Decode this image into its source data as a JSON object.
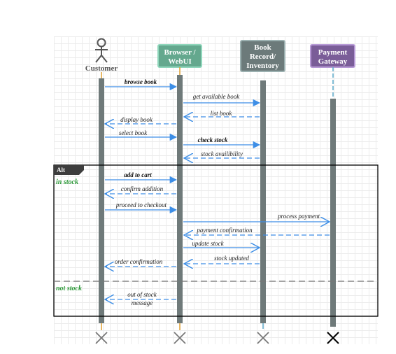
{
  "participants": {
    "customer": {
      "label": "Customer"
    },
    "browser": {
      "lines": [
        "Browser /",
        "WebUI"
      ],
      "fill": "#64a88e",
      "stroke": "#8fd6bb"
    },
    "inventory": {
      "lines": [
        "Book",
        "Record/",
        "Inventory"
      ],
      "fill": "#6c7a7a",
      "stroke": "#9bb0b0"
    },
    "payment": {
      "lines": [
        "Payment",
        "Gateway"
      ],
      "fill": "#7a5d98",
      "stroke": "#b79ad6"
    }
  },
  "messages": {
    "browse_book": "browse book",
    "get_available_book": "get available book",
    "list_book": "list book",
    "display_book": "display book",
    "select_book": "select book",
    "check_stock": "check stock",
    "stock_availibility": "stock availibility",
    "add_to_cart": "add to cart",
    "confirm_addition": "confirm addition",
    "proceed_to_checkout": "proceed to checkout",
    "process_payment": "process payment",
    "payment_confirmation": "payment confirmation",
    "update_stock": "update stock",
    "stock_updated": "stock updated",
    "order_confirmation": "order confirmation",
    "out_of_stock_line1": "out of stock",
    "out_of_stock_line2": "message"
  },
  "fragment": {
    "operator": "Alt",
    "guard_in_stock": "in stock",
    "guard_not_stock": "not stock"
  },
  "colors": {
    "arrow": "#3d8ee6",
    "lifeline_bar": "#6f7a7a",
    "guard_text": "#2e9a3a",
    "frame": "#000000"
  }
}
